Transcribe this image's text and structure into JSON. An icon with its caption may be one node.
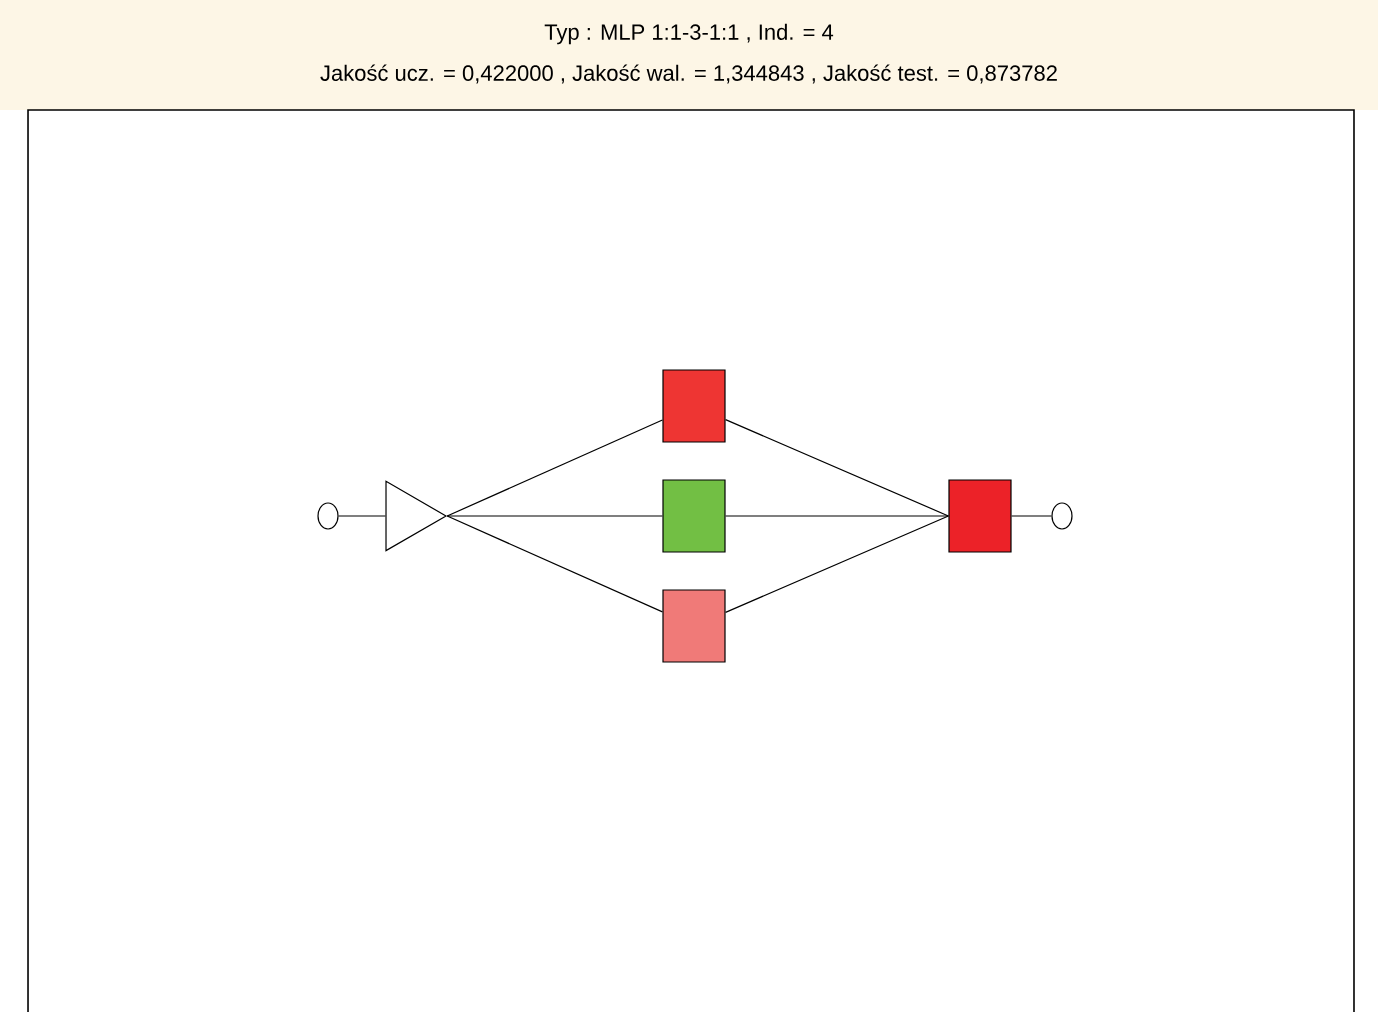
{
  "diagram": {
    "title": "Typ : MLP 1:1-3-1:1 ,  Ind. = 4",
    "nodes": [
      {
        "text": [],
        "shape": "circle"
      },
      {
        "text": [],
        "shape": "triangle"
      },
      {
        "text": [],
        "shape": "box"
      },
      {
        "text": [],
        "shape": "box"
      },
      {
        "text": [],
        "shape": "box"
      },
      {
        "text": [],
        "shape": "box"
      },
      {
        "text": [],
        "shape": "circle"
      }
    ],
    "edges": [
      {
        "from": 0,
        "to": 1,
        "arrow": "none"
      },
      {
        "from": 1,
        "to": 2,
        "arrow": "none"
      },
      {
        "from": 1,
        "to": 3,
        "arrow": "none"
      },
      {
        "from": 1,
        "to": 4,
        "arrow": "none"
      },
      {
        "from": 2,
        "to": 5,
        "arrow": "none"
      },
      {
        "from": 3,
        "to": 5,
        "arrow": "none"
      },
      {
        "from": 4,
        "to": 5,
        "arrow": "none"
      },
      {
        "from": 5,
        "to": 6,
        "arrow": "none"
      }
    ],
    "labels": [
      "Jakość ucz. = 0,422000 ,  Jakość wal. = 1,344843 ,  Jakość test. = 0,873782"
    ]
  }
}
